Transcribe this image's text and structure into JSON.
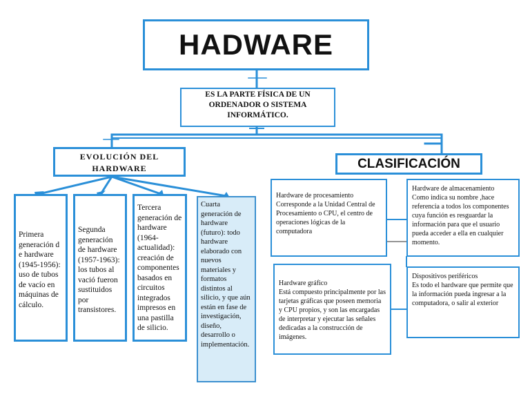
{
  "title": "HADWARE",
  "definition": "ES LA PARTE FÍSICA DE UN ORDENADOR O SISTEMA INFORMÁTICO.",
  "evolution": {
    "heading": "EVOLUCIÓN DEL HARDWARE",
    "stages": [
      "Primera generación d e hardware (1945-1956): uso de tubos de vacío en máquinas de cálculo.",
      "Segunda generación de hardware (1957-1963): los tubos al vació fueron sustituidos por transistores.",
      "Tercera generación de hardware (1964-actualidad): creación de componentes basados en circuitos integrados impresos en una pastilla de silicio.",
      "Cuarta generación de hardware (futuro): todo hardware elaborado con nuevos materiales y formatos distintos al silicio, y que aún están en fase de investigación, diseño, desarrollo o implementación."
    ]
  },
  "classification": {
    "heading": "CLASIFICACIÓN",
    "items": [
      {
        "name": "Hardware de procesamiento",
        "text": "Corresponde a la Unidad Central de Procesamiento o CPU, el centro de operaciones lógicas de la computadora"
      },
      {
        "name": "Hardware de almacenamiento",
        "text": "Como indica su nombre ,hace referencia a todos los componentes cuya función es resguardar la información para que el usuario pueda acceder a ella en cualquier momento."
      },
      {
        "name": "Hardware gráfico",
        "text": "Está compuesto principalmente por las tarjetas gráficas que poseen memoria y CPU propios, y son las encargadas de interpretar y ejecutar las señales dedicadas a la construcción de imágenes."
      },
      {
        "name": "Dispositivos periféricos",
        "text": "Es todo el hardware que permite que la información pueda ingresar a la computadora, o salir al exterior"
      }
    ]
  },
  "colors": {
    "accent": "#2a8fd8",
    "highlight_fill": "#d8ecf8"
  }
}
